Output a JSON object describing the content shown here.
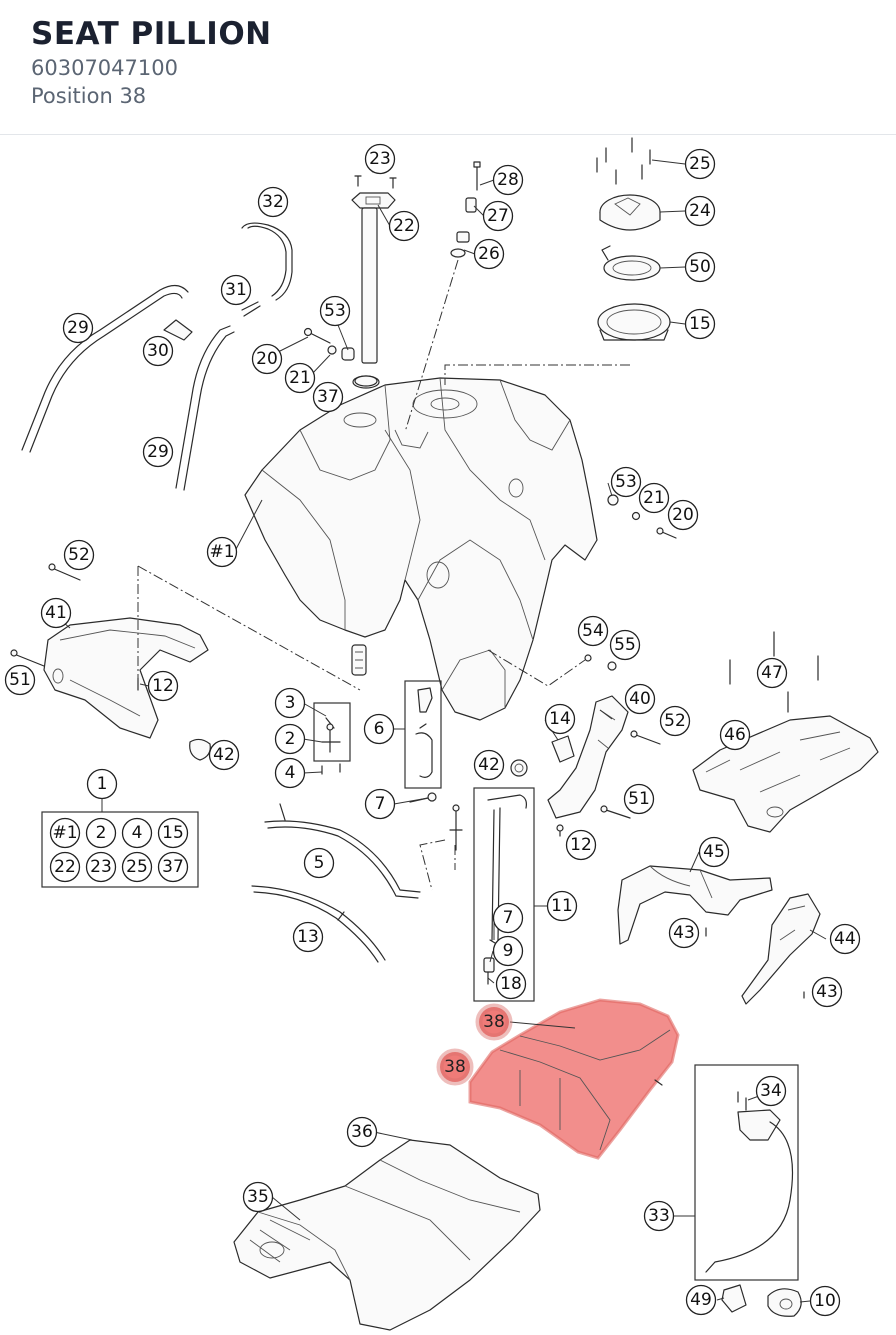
{
  "header": {
    "title": "SEAT PILLION",
    "part_number": "60307047100",
    "position": "Position 38"
  },
  "highlight_color": "#ee6e6b",
  "callouts": {
    "c23": "23",
    "c22": "22",
    "c28": "28",
    "c27": "27",
    "c26": "26",
    "c25": "25",
    "c24": "24",
    "c50": "50",
    "c15a": "15",
    "c32": "32",
    "c31": "31",
    "c29a": "29",
    "c30": "30",
    "c29b": "29",
    "c53a": "53",
    "c20a": "20",
    "c21a": "21",
    "c37a": "37",
    "c53b": "53",
    "c21b": "21",
    "c20b": "20",
    "c1a": "#1",
    "c52a": "52",
    "c41": "41",
    "c51a": "51",
    "c12a": "12",
    "c42a": "42",
    "c3": "3",
    "c2a": "2",
    "c4a": "4",
    "c6": "6",
    "c7a": "7",
    "c54": "54",
    "c55": "55",
    "c47": "47",
    "c40": "40",
    "c14": "14",
    "c52b": "52",
    "c46": "46",
    "c42b": "42",
    "c51b": "51",
    "c12b": "12",
    "c1": "1",
    "c5": "5",
    "c13": "13",
    "c11": "11",
    "c7b": "7",
    "c9": "9",
    "c18": "18",
    "c45": "45",
    "c43a": "43",
    "c44": "44",
    "c43b": "43",
    "c38a": "38",
    "c38b": "38",
    "c36": "36",
    "c35": "35",
    "c34": "34",
    "c33": "33",
    "c49": "49",
    "c10": "10"
  },
  "kit_contents": [
    "#1",
    "2",
    "4",
    "15",
    "22",
    "23",
    "25",
    "37"
  ]
}
